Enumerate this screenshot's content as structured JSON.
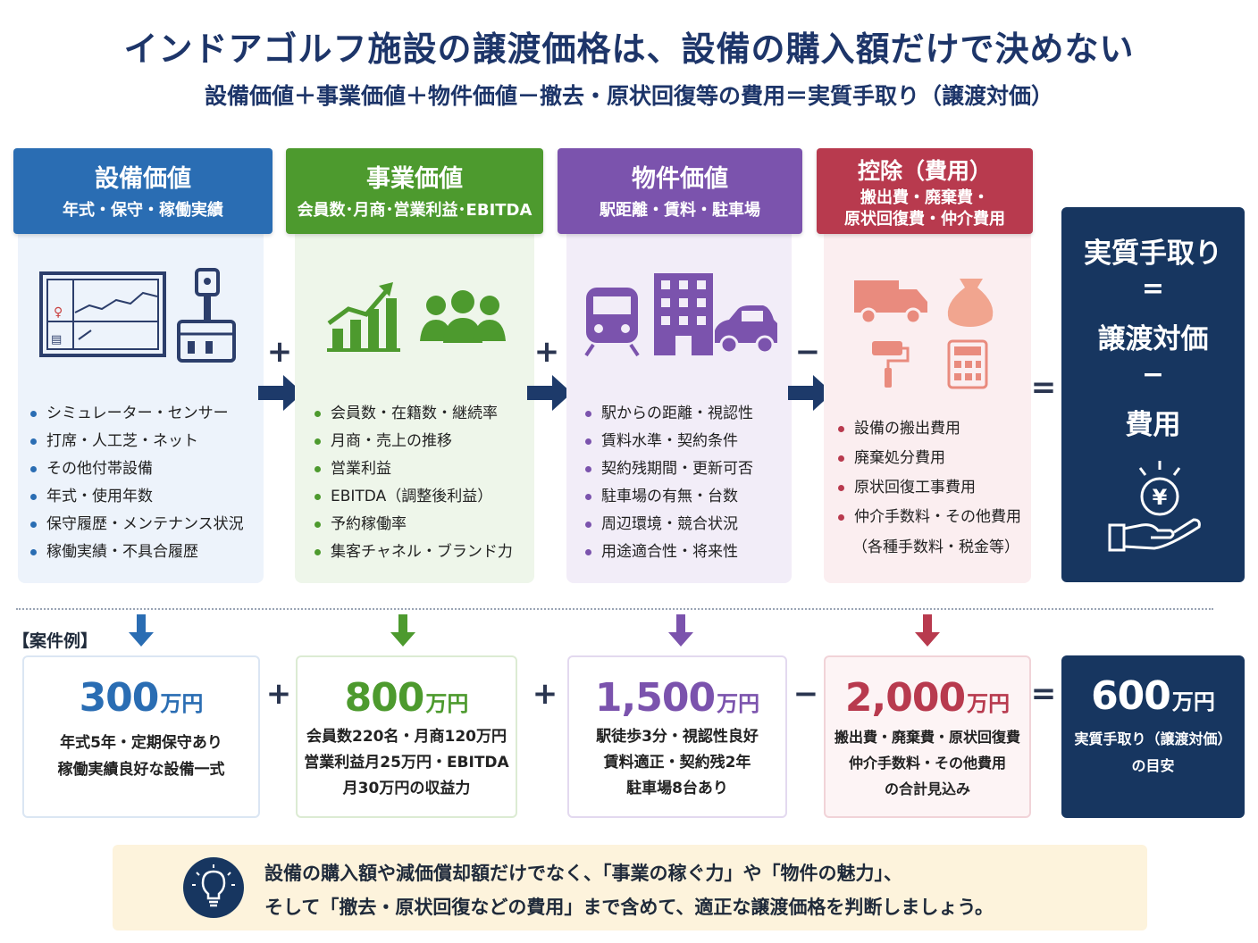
{
  "title": "インドアゴルフ施設の譲渡価格は、設備の購入額だけで決めない",
  "subtitle": "設備価値＋事業価値＋物件価値－撤去・原状回復等の費用＝実質手取り（譲渡対価）",
  "colors": {
    "blue": "#2a6db3",
    "green": "#4d9a2e",
    "purple": "#7b53ad",
    "red": "#b83a4e",
    "navy": "#173660"
  },
  "operators": {
    "plus": "+",
    "minus": "−",
    "equals": "="
  },
  "columns": [
    {
      "title": "設備価値",
      "sub": "年式・保守・稼働実績",
      "icon": "simulator-icon",
      "items": [
        "シミュレーター・センサー",
        "打席・人工芝・ネット",
        "その他付帯設備",
        "年式・使用年数",
        "保守履歴・メンテナンス状況",
        "稼働実績・不具合履歴"
      ]
    },
    {
      "title": "事業価値",
      "sub": "会員数･月商･営業利益･EBITDA",
      "icon": "growth-chart-icon",
      "items": [
        "会員数・在籍数・継続率",
        "月商・売上の推移",
        "営業利益",
        "EBITDA（調整後利益）",
        "予約稼働率",
        "集客チャネル・ブランド力"
      ]
    },
    {
      "title": "物件価値",
      "sub": "駅距離・賃料・駐車場",
      "icon": "train-building-car-icon",
      "items": [
        "駅からの距離・視認性",
        "賃料水準・契約条件",
        "契約残期間・更新可否",
        "駐車場の有無・台数",
        "周辺環境・競合状況",
        "用途適合性・将来性"
      ]
    },
    {
      "title": "控除（費用）",
      "sub1": "搬出費・廃棄費・",
      "sub2": "原状回復費・仲介費用",
      "icon": "truck-bag-roller-calculator-icon",
      "items": [
        "設備の搬出費用",
        "廃棄処分費用",
        "原状回復工事費用",
        "仲介手数料・その他費用"
      ],
      "note": "（各種手数料・税金等）"
    }
  ],
  "result": {
    "l1": "実質手取り",
    "l2": "=",
    "l3": "譲渡対価",
    "l4": "−",
    "l5": "費用",
    "icon": "yen-hand-icon",
    "yen": "¥"
  },
  "example_label": "【案件例】",
  "examples": [
    {
      "amount": "300",
      "unit": "万円",
      "lines": [
        "年式5年・定期保守あり",
        "稼働実績良好な設備一式"
      ]
    },
    {
      "amount": "800",
      "unit": "万円",
      "lines": [
        "会員数220名・月商120万円",
        "営業利益月25万円・EBITDA",
        "月30万円の収益力"
      ]
    },
    {
      "amount": "1,500",
      "unit": "万円",
      "lines": [
        "駅徒歩3分・視認性良好",
        "賃料適正・契約残2年",
        "駐車場8台あり"
      ]
    },
    {
      "amount": "2,000",
      "unit": "万円",
      "lines": [
        "搬出費・廃棄費・原状回復費",
        "仲介手数料・その他費用",
        "の合計見込み"
      ]
    }
  ],
  "example_result": {
    "amount": "600",
    "unit": "万円",
    "l1": "実質手取り（譲渡対価）",
    "l2": "の目安"
  },
  "tip": {
    "line1": "設備の購入額や減価償却額だけでなく、「事業の稼ぐ力」や「物件の魅力」、",
    "line2": "そして「撤去・原状回復などの費用」まで含めて、適正な譲渡価格を判断しましょう。",
    "icon": "lightbulb-icon"
  }
}
